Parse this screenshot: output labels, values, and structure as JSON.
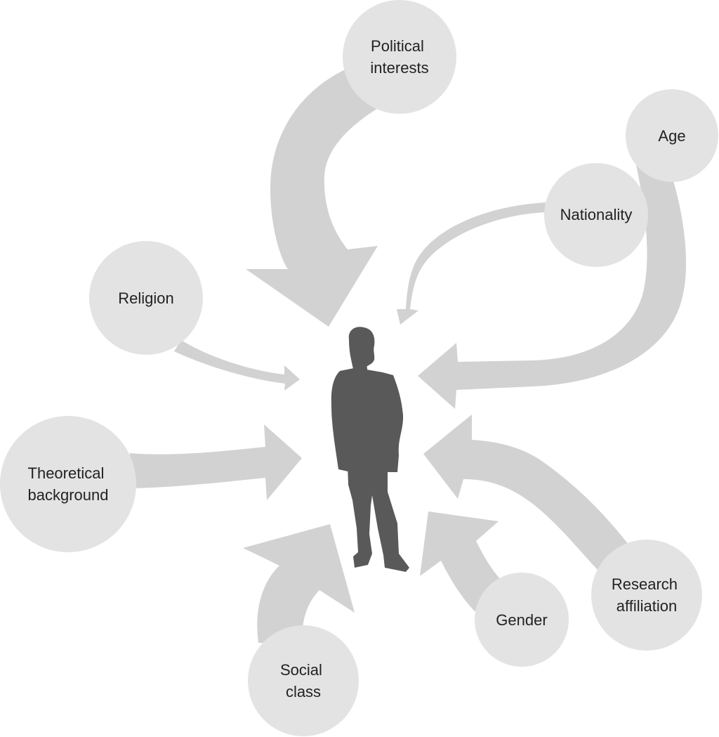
{
  "colors": {
    "circle_fill": "#e3e3e3",
    "arrow_fill": "#d2d2d2",
    "person_fill": "#595959",
    "label_text": "#222222",
    "background": "#ffffff"
  },
  "center": {
    "icon": "person-silhouette-icon"
  },
  "nodes": {
    "political_interests": {
      "lines": [
        "Political",
        "interests"
      ]
    },
    "age": {
      "lines": [
        "Age"
      ]
    },
    "nationality": {
      "lines": [
        "Nationality"
      ]
    },
    "religion": {
      "lines": [
        "Religion"
      ]
    },
    "theoretical_background": {
      "lines": [
        "Theoretical",
        "background"
      ]
    },
    "social_class": {
      "lines": [
        "Social",
        "class"
      ]
    },
    "gender": {
      "lines": [
        "Gender"
      ]
    },
    "research_affiliation": {
      "lines": [
        "Research",
        "affiliation"
      ]
    }
  }
}
